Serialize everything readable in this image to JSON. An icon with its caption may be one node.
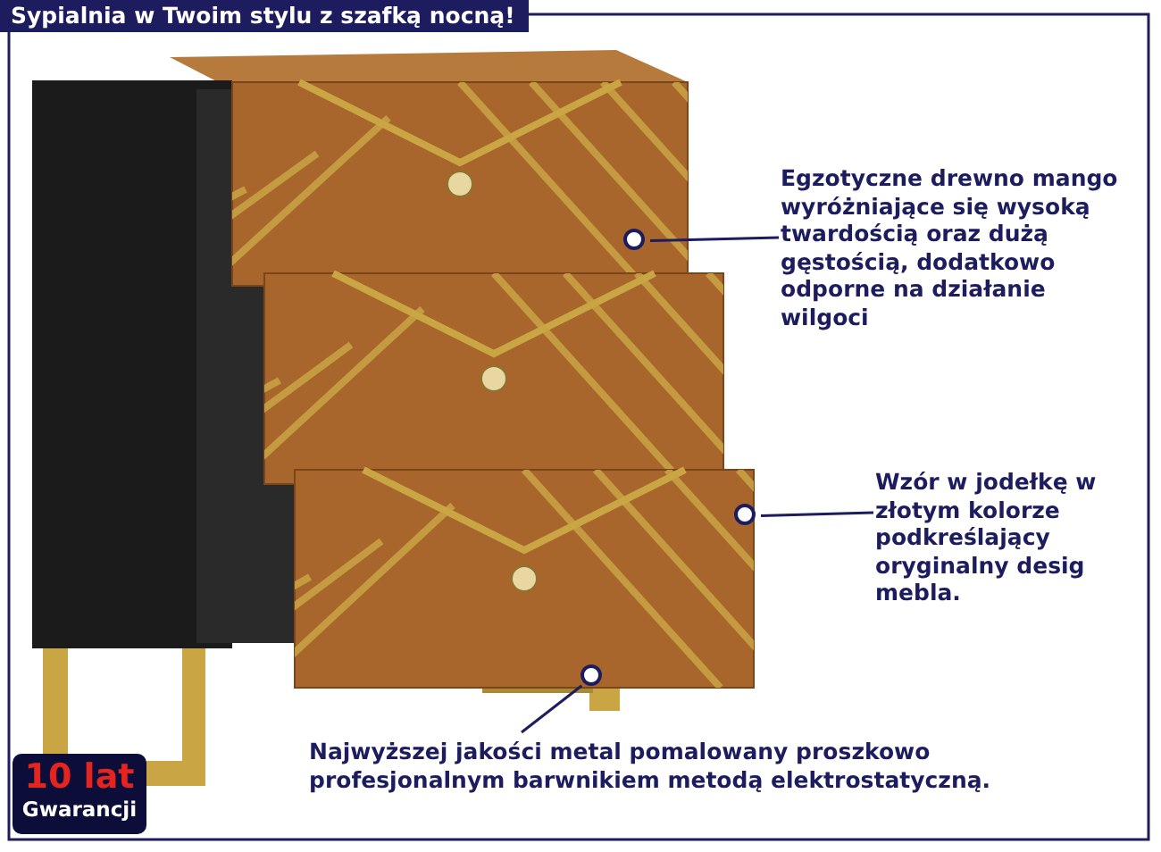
{
  "diagram": {
    "title": "Sypialnia w Twoim stylu z szafką nocną!",
    "nodes": [
      {
        "text": [
          "Egzotyczne drewno mango wyróżniające się wysoką twardością oraz dużą gęstością, dodatkowo odporne na działanie wilgoci"
        ]
      },
      {
        "text": [],
        "shape": "circle"
      },
      {
        "text": [
          "Wzór w jodełkę w złotym kolorze podkreślający oryginalny desig mebla."
        ]
      },
      {
        "text": [],
        "shape": "circle"
      },
      {
        "text": [
          "Najwyższej jakości metal pomalowany proszkowo profesjonalnym barwnikiem metodą elektrostatyczną."
        ]
      },
      {
        "text": [],
        "shape": "circle"
      },
      {
        "text": [
          "10 lat",
          "Gwarancji"
        ]
      }
    ],
    "edges": [
      {
        "from": 0,
        "to": 1,
        "arrow": "none"
      },
      {
        "from": 2,
        "to": 3,
        "arrow": "none"
      },
      {
        "from": 4,
        "to": 5,
        "arrow": "none"
      }
    ]
  }
}
